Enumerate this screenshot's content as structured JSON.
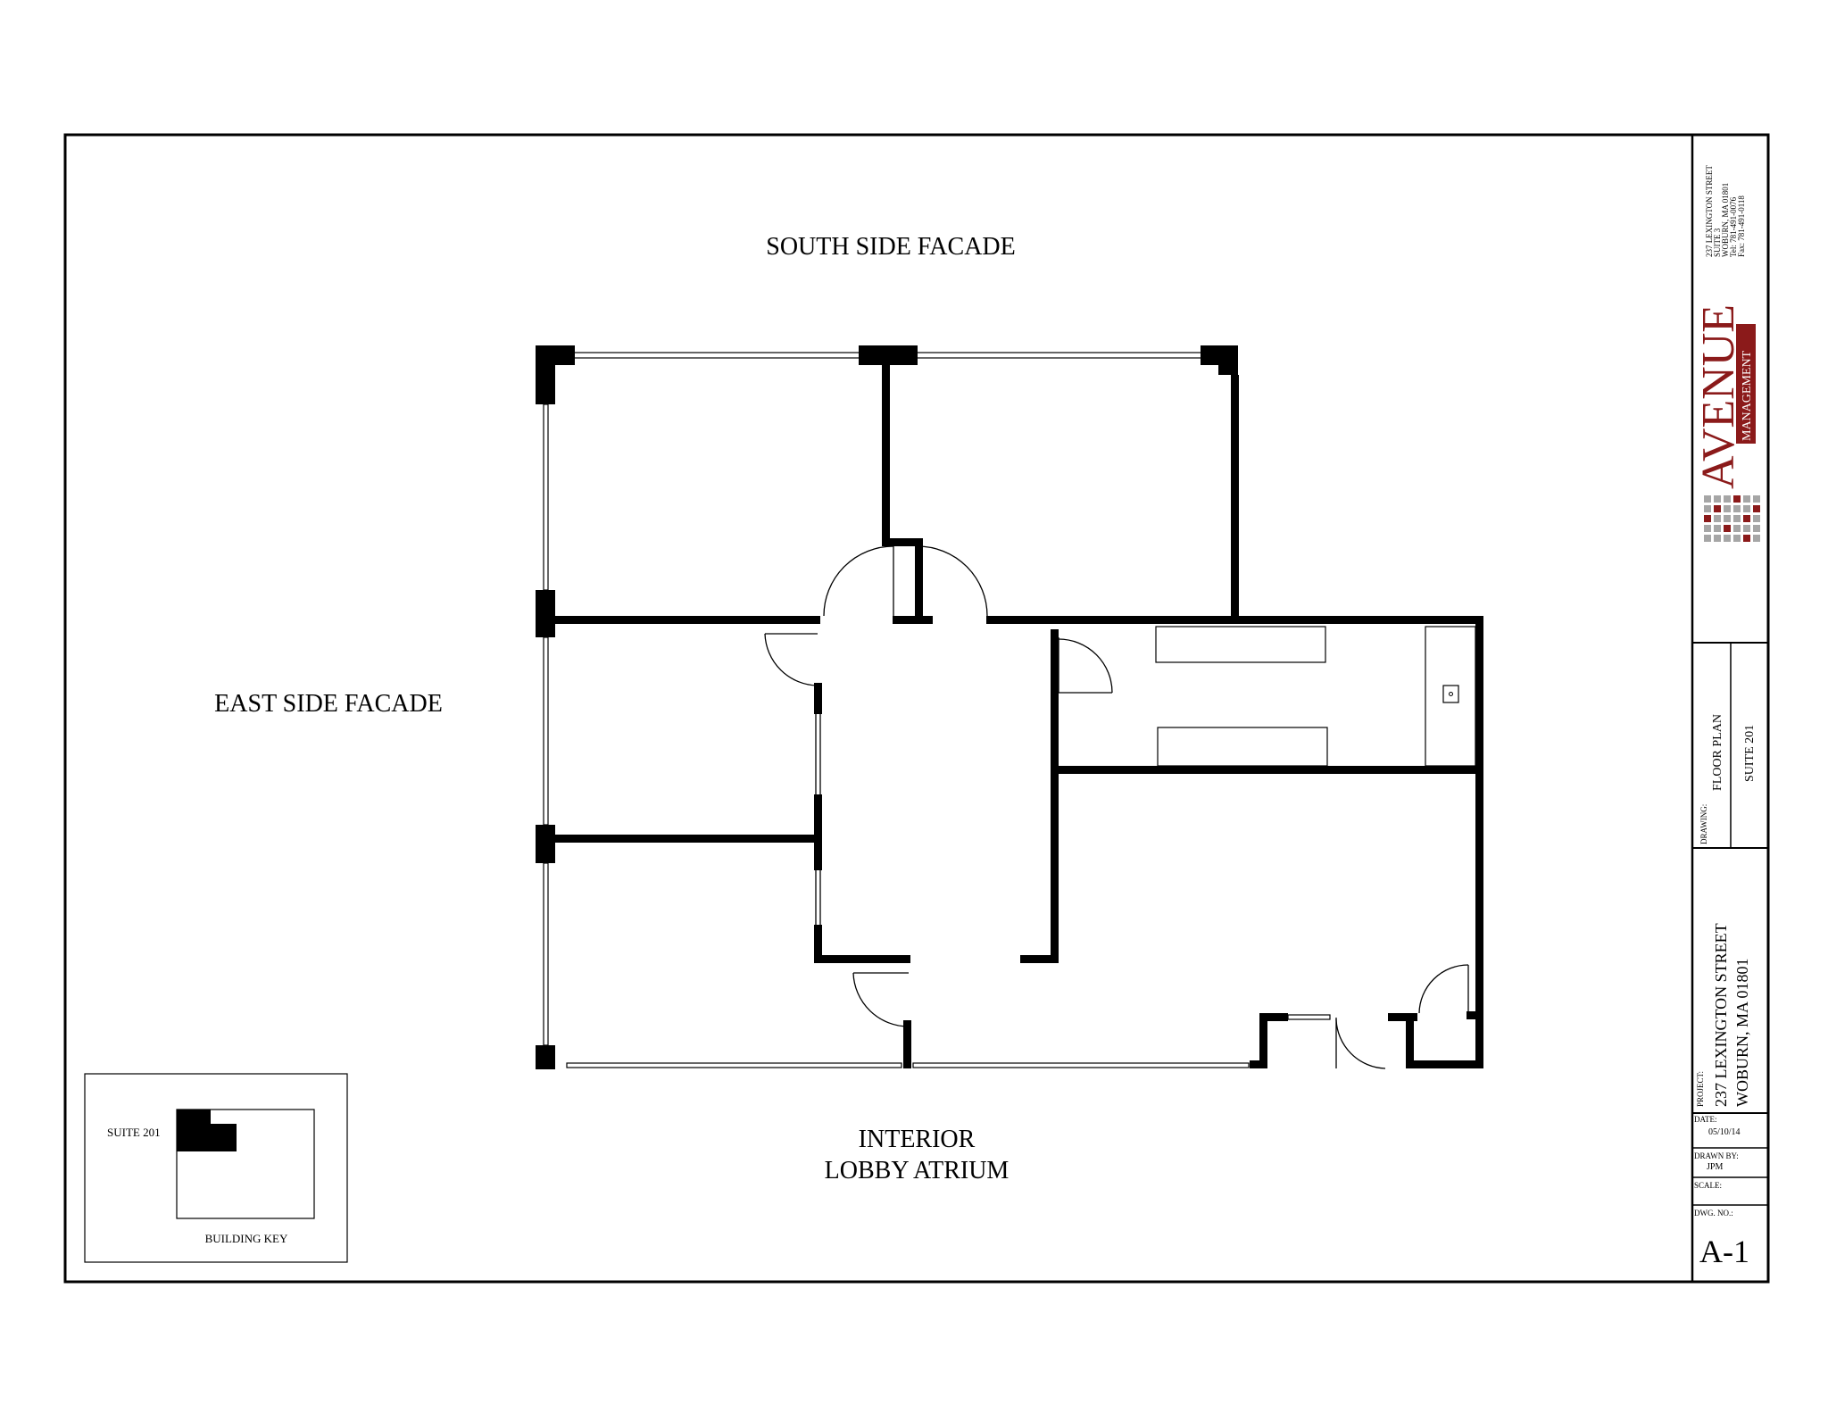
{
  "labels": {
    "south_facade": "SOUTH SIDE FACADE",
    "east_facade": "EAST SIDE FACADE",
    "interior_line1": "INTERIOR",
    "interior_line2": "LOBBY ATRIUM"
  },
  "building_key": {
    "suite_label": "SUITE 201",
    "caption": "BUILDING KEY"
  },
  "title_block": {
    "company_address": [
      "237 LEXINGTON STREET",
      "SUITE 3",
      "WOBURN, MA 01801",
      "Tel: 781-491-0076",
      "Fax: 781-491-0118"
    ],
    "logo_main": "AVENUE",
    "logo_sub": "MANAGEMENT",
    "drawing_label": "DRAWING:",
    "drawing_name": "FLOOR PLAN",
    "drawing_suite": "SUITE 201",
    "project_label": "PROJECT:",
    "project_line1": "237 LEXINGTON STREET",
    "project_line2": "WOBURN, MA 01801",
    "date_label": "DATE:",
    "date_value": "05/10/14",
    "drawn_by_label": "DRAWN BY:",
    "drawn_by_value": "JPM",
    "scale_label": "SCALE:",
    "scale_value": "",
    "dwg_no_label": "DWG. NO.:",
    "dwg_no_value": "A-1"
  },
  "colors": {
    "brand_red": "#8b1a1a",
    "logo_grey": "#a6a6a6",
    "wall": "#000000"
  }
}
